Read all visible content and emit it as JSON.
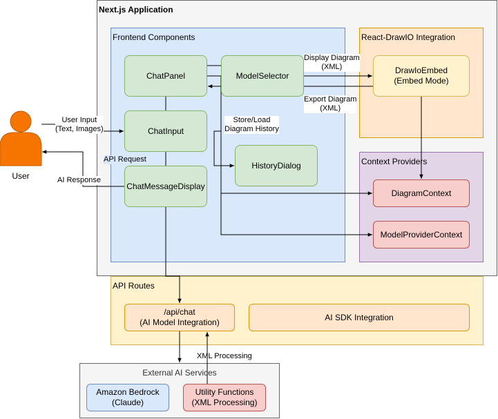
{
  "containers": {
    "nextjs": "Next.js Application",
    "frontend": "Frontend Components",
    "drawio": "React-DrawIO Integration",
    "context": "Context Providers",
    "api_routes": "API Routes",
    "external": "External AI Services"
  },
  "nodes": {
    "chat_panel": "ChatPanel",
    "model_selector": "ModelSelector",
    "chat_input": "ChatInput",
    "chat_message_display": "ChatMessageDisplay",
    "history_dialog": "HistoryDialog",
    "drawio_embed": [
      "DrawIoEmbed",
      "(Embed Mode)"
    ],
    "diagram_context": "DiagramContext",
    "model_provider_context": "ModelProviderContext",
    "api_chat": [
      "/api/chat",
      "(AI Model Integration)"
    ],
    "ai_sdk": "AI SDK Integration",
    "bedrock": [
      "Amazon Bedrock",
      "(Claude)"
    ],
    "utility": [
      "Utility Functions",
      "(XML Processing)"
    ]
  },
  "actor": {
    "label": "User"
  },
  "edges": {
    "user_input": [
      "User Input",
      "(Text, Images)"
    ],
    "api_request": "API Request",
    "ai_response": "AI Response",
    "display_diagram": [
      "Display Diagram",
      "(XML)"
    ],
    "export_diagram": [
      "Export Diagram",
      "(XML)"
    ],
    "store_load": [
      "Store/Load",
      "Diagram History"
    ],
    "xml_processing": "XML Processing"
  },
  "colors": {
    "green": "#d5e8d4",
    "yellow": "#fff2cc",
    "red": "#f8cecc",
    "blue": "#dae8fc",
    "peach": "#ffe6cc",
    "lavender": "#e1d5e7",
    "gray": "#f5f5f5",
    "user": "#f57500"
  }
}
